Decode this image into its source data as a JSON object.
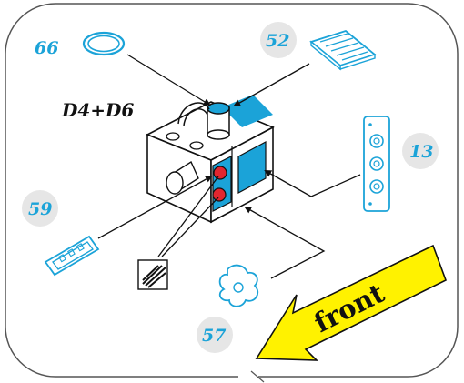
{
  "diagram": {
    "model_label": "D4+D6",
    "front_label": "front",
    "callouts": [
      {
        "id": "66",
        "label": "66"
      },
      {
        "id": "52",
        "label": "52"
      },
      {
        "id": "13",
        "label": "13"
      },
      {
        "id": "59",
        "label": "59"
      },
      {
        "id": "57",
        "label": "57"
      }
    ],
    "colors": {
      "accent_blue": "#1ba3d8",
      "badge_grey": "#e6e6e6",
      "arrow_yellow": "#fff200",
      "marker_red": "#e3262f",
      "frame_grey": "#555555"
    }
  }
}
